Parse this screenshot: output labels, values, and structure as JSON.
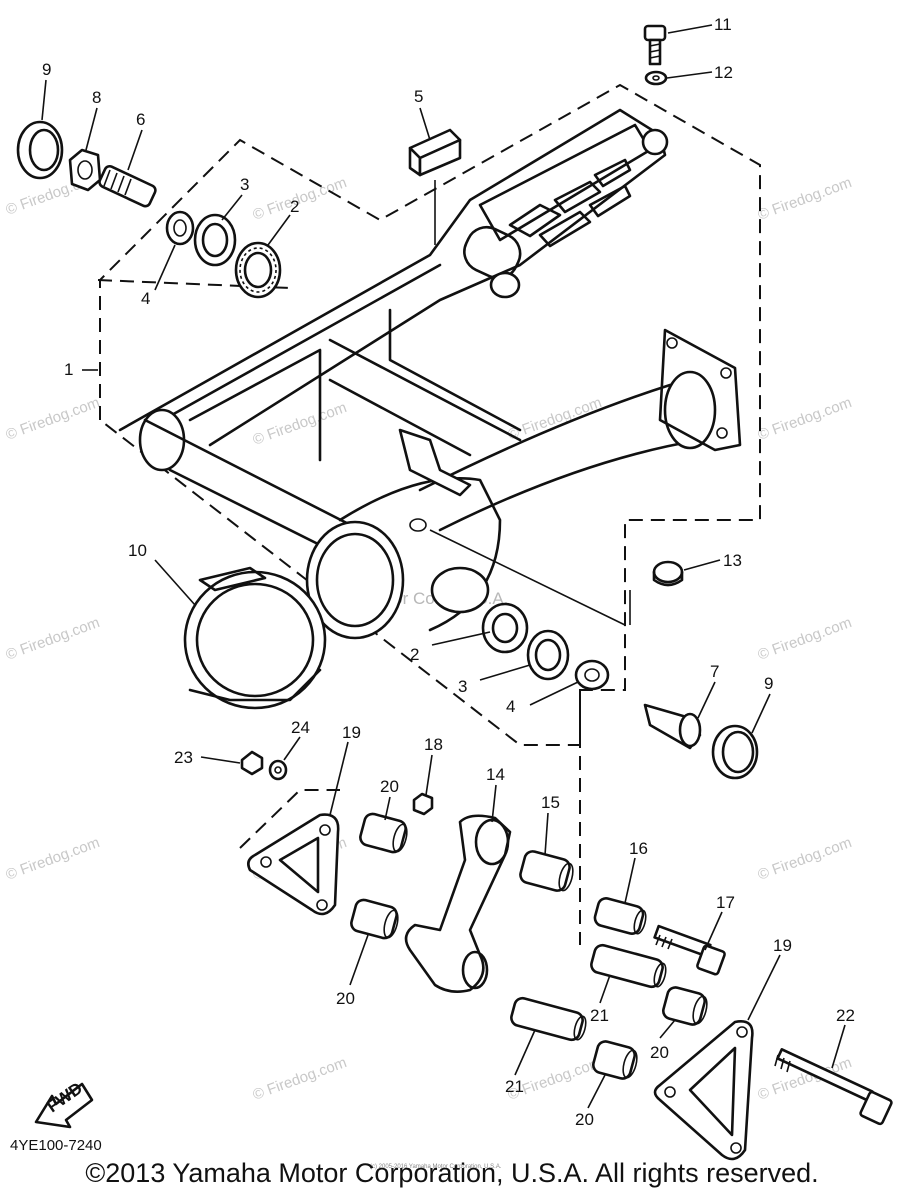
{
  "diagram_code": "4YE100-7240",
  "fwd_label": "FWD",
  "watermark": "© Firedog.com",
  "center_watermark": "Yamaha Motor Corp. U.S.A.",
  "small_notice": "(c) 2005-2016 Yamaha Motor Corporation, U.S.A.",
  "copyright": "©2013 Yamaha Motor Corporation, U.S.A. All rights reserved.",
  "callouts": {
    "c1": "1",
    "c2a": "2",
    "c2b": "2",
    "c3a": "3",
    "c3b": "3",
    "c4a": "4",
    "c4b": "4",
    "c5": "5",
    "c6": "6",
    "c7": "7",
    "c8": "8",
    "c9a": "9",
    "c9b": "9",
    "c10": "10",
    "c11": "11",
    "c12": "12",
    "c13": "13",
    "c14": "14",
    "c15": "15",
    "c16": "16",
    "c17": "17",
    "c18": "18",
    "c19a": "19",
    "c19b": "19",
    "c20a": "20",
    "c20b": "20",
    "c20c": "20",
    "c20d": "20",
    "c21a": "21",
    "c21b": "21",
    "c22": "22",
    "c23": "23",
    "c24": "24"
  }
}
